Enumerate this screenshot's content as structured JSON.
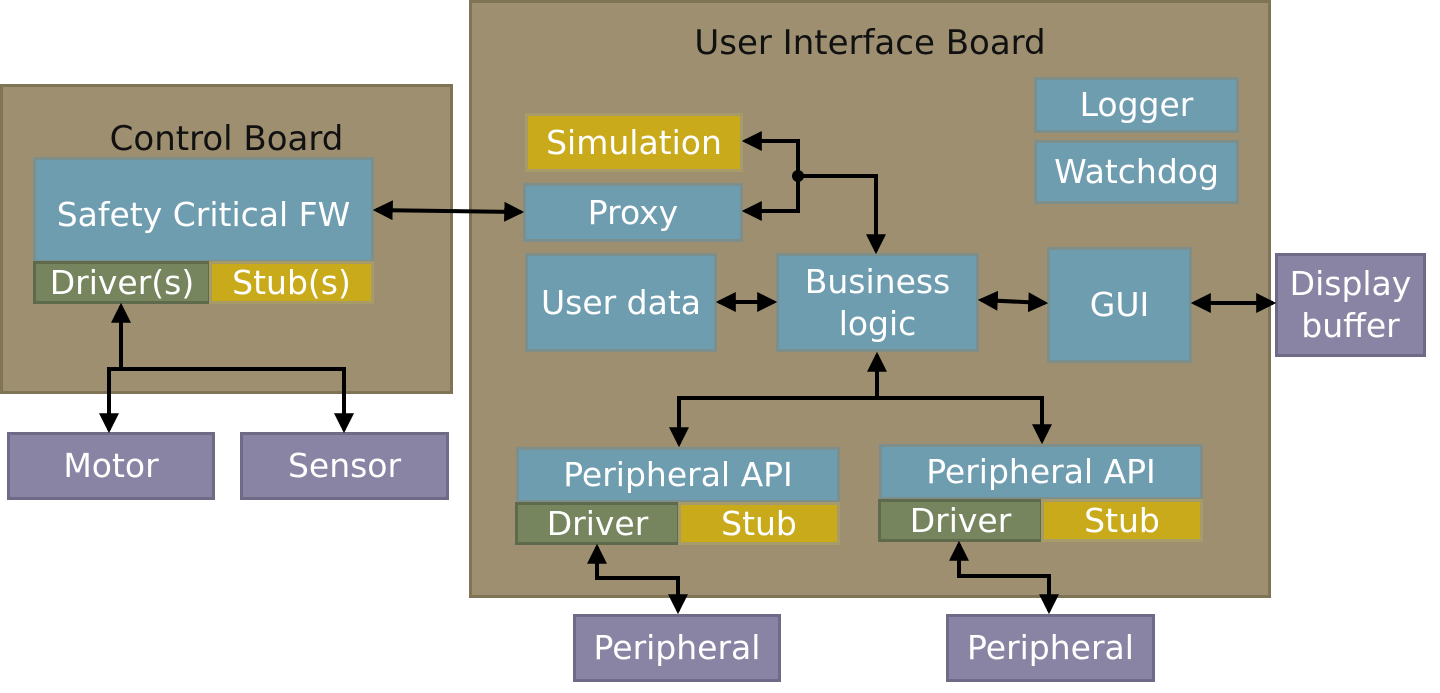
{
  "control_board": {
    "title": "Control Board",
    "safety_fw": "Safety Critical FW",
    "drivers": "Driver(s)",
    "stubs": "Stub(s)"
  },
  "ui_board": {
    "title": "User Interface Board",
    "simulation": "Simulation",
    "proxy": "Proxy",
    "logger": "Logger",
    "watchdog": "Watchdog",
    "user_data": "User data",
    "business_logic_line1": "Business",
    "business_logic_line2": "logic",
    "gui": "GUI",
    "peripheral_api_1": "Peripheral API",
    "driver_1": "Driver",
    "stub_1": "Stub",
    "peripheral_api_2": "Peripheral API",
    "driver_2": "Driver",
    "stub_2": "Stub"
  },
  "external": {
    "motor": "Motor",
    "sensor": "Sensor",
    "display_buffer_line1": "Display",
    "display_buffer_line2": "buffer",
    "peripheral_1": "Peripheral",
    "peripheral_2": "Peripheral"
  },
  "colors": {
    "board": "#9d8f70",
    "software_block": "#6f9db0",
    "stub": "#c9aa1a",
    "driver": "#76855e",
    "hardware": "#8a84a4"
  }
}
